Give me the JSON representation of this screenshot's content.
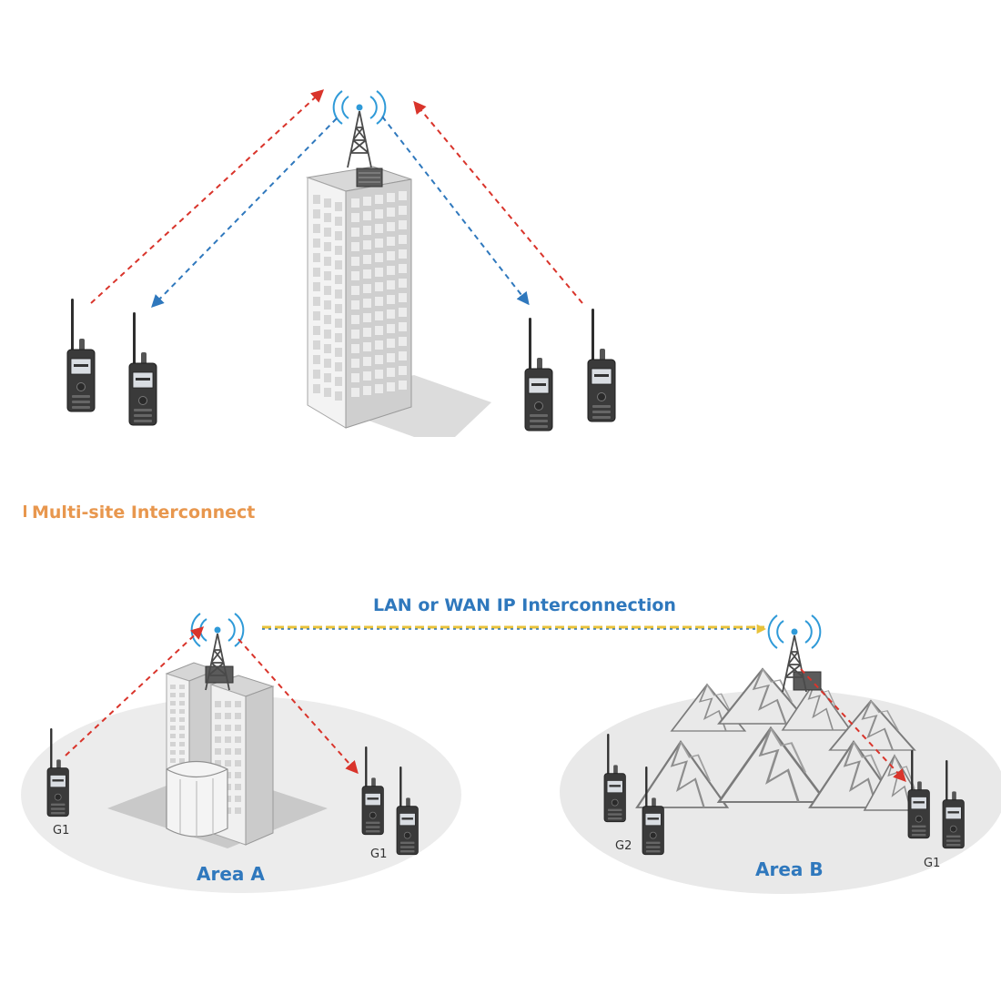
{
  "section": {
    "title": "Multi-site Interconnect"
  },
  "link": {
    "label": "LAN or WAN IP Interconnection"
  },
  "areas": {
    "a": "Area A",
    "b": "Area B"
  },
  "groups": {
    "g1_a_left": "G1",
    "g1_a_right": "G1",
    "g2_b": "G2",
    "g1_b": "G1"
  },
  "colors": {
    "uplink": "#d9342b",
    "downlink": "#2f78bd",
    "ip_link_yellow": "#e8c23a",
    "section_title": "#e8974e",
    "area_label": "#2f78bd",
    "ground": "#ececec"
  },
  "icons": [
    "radio-tower-icon",
    "building-icon",
    "walkie-talkie-icon",
    "mountain-icon"
  ]
}
